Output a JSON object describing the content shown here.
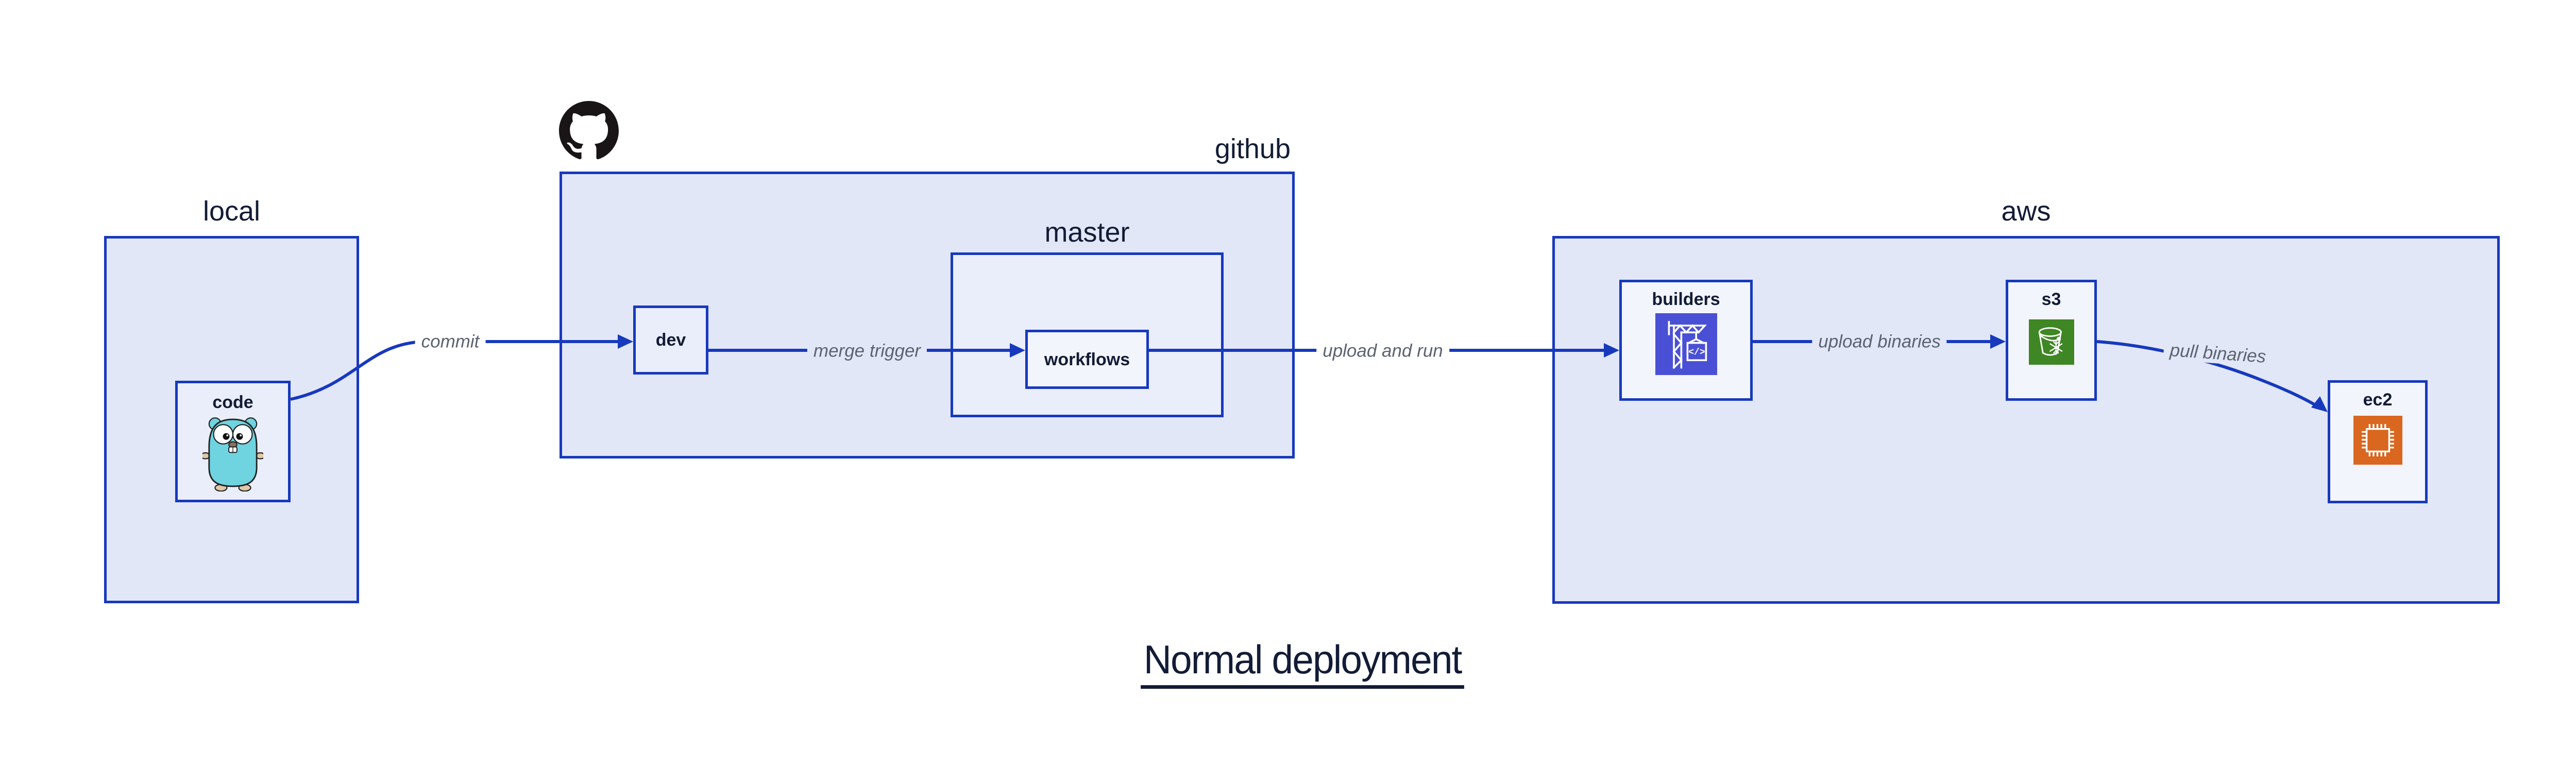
{
  "title": {
    "text": "Normal deployment"
  },
  "groups": {
    "local": {
      "label": "local"
    },
    "github": {
      "label": "github"
    },
    "master": {
      "label": "master"
    },
    "aws": {
      "label": "aws"
    }
  },
  "nodes": {
    "code": {
      "label": "code"
    },
    "dev": {
      "label": "dev"
    },
    "workflows": {
      "label": "workflows"
    },
    "builders": {
      "label": "builders"
    },
    "s3": {
      "label": "s3"
    },
    "ec2": {
      "label": "ec2"
    }
  },
  "edges": [
    {
      "id": "commit",
      "label": "commit",
      "from": "code",
      "to": "dev"
    },
    {
      "id": "merge-trigger",
      "label": "merge trigger",
      "from": "dev",
      "to": "workflows"
    },
    {
      "id": "upload-and-run",
      "label": "upload and run",
      "from": "workflows",
      "to": "builders"
    },
    {
      "id": "upload-binaries",
      "label": "upload binaries",
      "from": "builders",
      "to": "s3"
    },
    {
      "id": "pull-binaries",
      "label": "pull binaries",
      "from": "s3",
      "to": "ec2"
    }
  ],
  "icons": {
    "github_logo": "github-octocat-icon",
    "code": "go-gopher-icon",
    "builders": "aws-codebuild-icon",
    "s3": "aws-s3-glacier-icon",
    "ec2": "aws-ec2-icon"
  },
  "colors": {
    "line_blue": "#1739bd",
    "group_fill": "#e2e7f8",
    "node_fill": "#eaeefb",
    "leaf_fill": "#f3f5fd",
    "text_navy": "#131c36",
    "edge_label_gray": "#5c6370",
    "codebuild_purple": "#4a50d5",
    "s3_green": "#3f8624",
    "ec2_orange": "#d9671f",
    "gopher_teal": "#6fd3e0",
    "octocat_black": "#191516"
  }
}
